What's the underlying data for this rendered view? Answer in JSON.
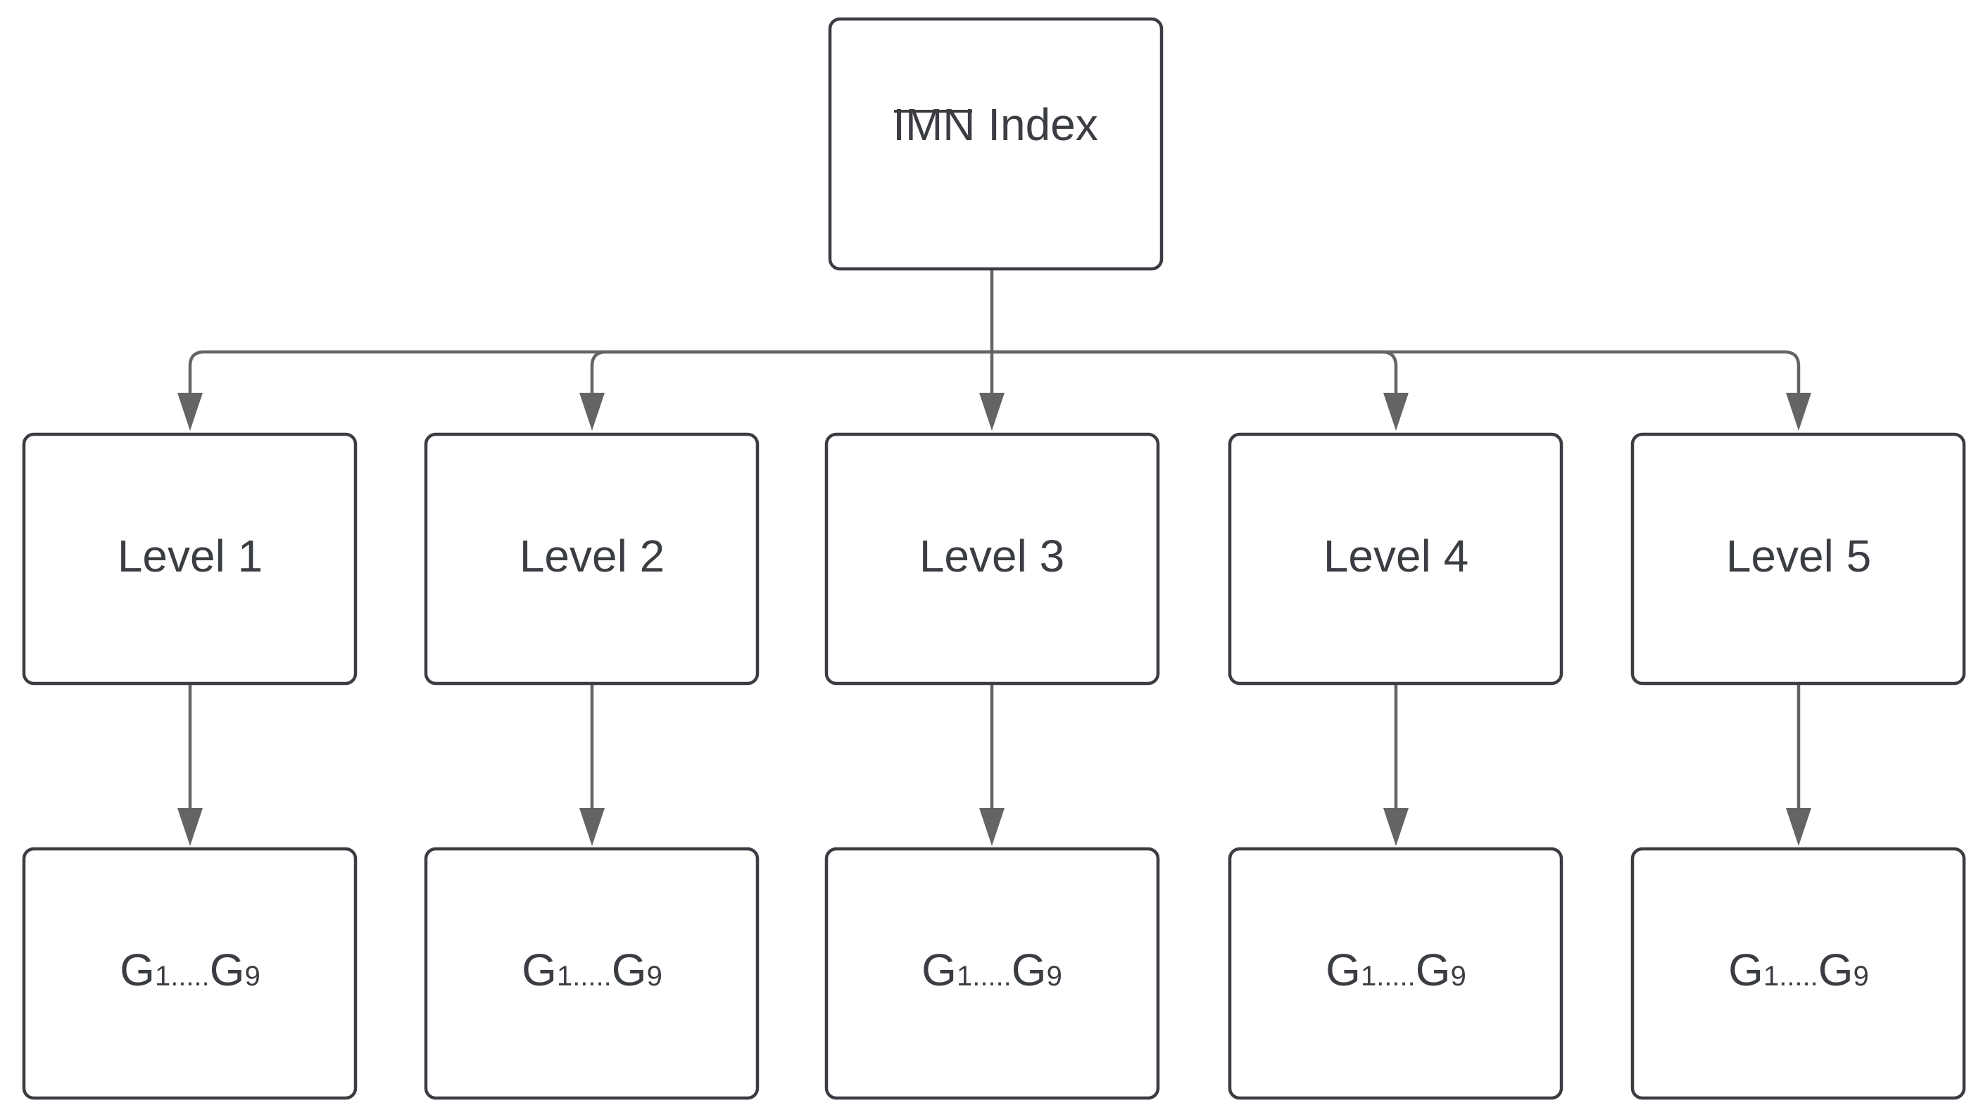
{
  "diagram": {
    "root": {
      "prefix": "IMN",
      "suffix": " Index"
    },
    "levels": [
      {
        "label": "Level 1",
        "groups": {
          "first_base": "G",
          "first_sub": "1",
          "dots": ".....",
          "last_base": "G",
          "last_sub": "9"
        }
      },
      {
        "label": "Level 2",
        "groups": {
          "first_base": "G",
          "first_sub": "1",
          "dots": ".....",
          "last_base": "G",
          "last_sub": "9"
        }
      },
      {
        "label": "Level 3",
        "groups": {
          "first_base": "G",
          "first_sub": "1",
          "dots": ".....",
          "last_base": "G",
          "last_sub": "9"
        }
      },
      {
        "label": "Level 4",
        "groups": {
          "first_base": "G",
          "first_sub": "1",
          "dots": ".....",
          "last_base": "G",
          "last_sub": "9"
        }
      },
      {
        "label": "Level 5",
        "groups": {
          "first_base": "G",
          "first_sub": "1",
          "dots": ".....",
          "last_base": "G",
          "last_sub": "9"
        }
      }
    ],
    "colors": {
      "node_stroke": "#3a3d42",
      "edge": "#646464",
      "text": "#3a3d42"
    }
  }
}
